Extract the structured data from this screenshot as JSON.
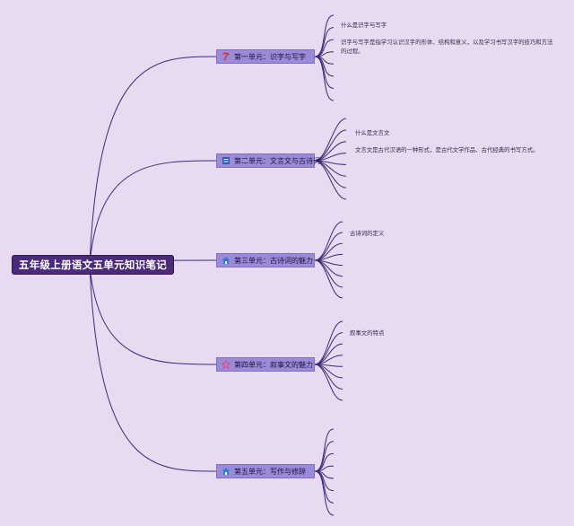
{
  "root": {
    "title": "五年级上册语文五单元知识笔记"
  },
  "units": [
    {
      "label": "第一单元：识字与写字",
      "icon": "pickaxe-icon",
      "color": "#d0342c",
      "notes": [
        "什么是识字与写字",
        "识字与写字是指学习认识汉字的形体、结构和意义，以及学习书写汉字的技巧和方法的过程。"
      ]
    },
    {
      "label": "第二单元：文言文与古诗词",
      "icon": "book-icon",
      "color": "#2a5db0",
      "notes": [
        "什么是文言文",
        "文言文是古代汉语的一种形式，是古代文学作品、古代经典的书写方式。"
      ]
    },
    {
      "label": "第三单元：古诗词的魅力",
      "icon": "house-icon",
      "color": "#2f7fd8",
      "notes": [
        "古诗词的定义"
      ]
    },
    {
      "label": "第四单元：叙事文的魅力",
      "icon": "flower-icon",
      "color": "#e04d8a",
      "notes": [
        "叙事文的特点"
      ]
    },
    {
      "label": "第五单元：写作与修辞",
      "icon": "house-icon",
      "color": "#2f7fd8",
      "notes": []
    }
  ],
  "colors": {
    "background": "#e8daf0",
    "root_fill": "#4c2a7a",
    "unit_fill": "#9b8ad8",
    "connector": "#3b2a78"
  }
}
